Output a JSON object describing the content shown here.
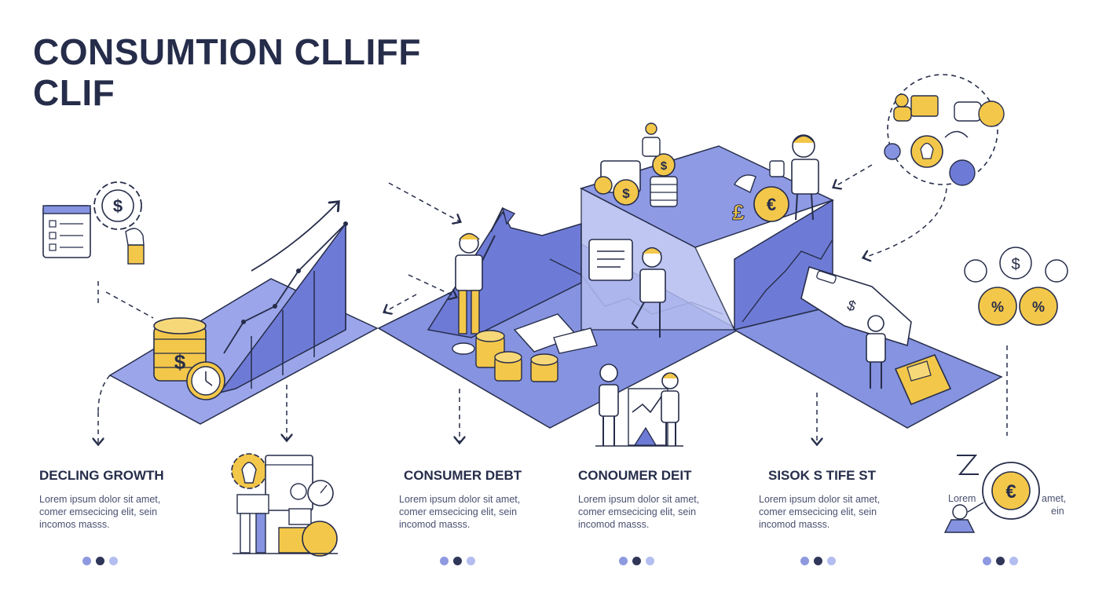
{
  "title": {
    "line1": "CONSUMTION CLLIFF",
    "line2": "CLIF"
  },
  "columns": [
    {
      "heading": "DECLING GROWTH",
      "body": "Lorem ipsum dolor sit amet, comer emsecicing elit, sein incomos masss."
    },
    {
      "heading": "CONSUMER DEBT",
      "body": "Lorem ipsum dolor sit amet, comer emsecicing elit, sein incomod masss."
    },
    {
      "heading": "CONOUMER DEIT",
      "body": "Lorem ipsum dolor sit amet, comer emsecicing elit, sein incomod masss."
    },
    {
      "heading": "SISOK S TIFE ST",
      "body": "Lorem ipsum dolor sit amet, comer emsecicing elit, sein incomod masss."
    }
  ],
  "last_column": {
    "left_word": "Lorem",
    "right_lines": [
      "amet,",
      "ein"
    ]
  },
  "icons": {
    "symbols": [
      "$",
      "€",
      "%",
      "£"
    ]
  },
  "colors": {
    "accent_blue": "#8593e0",
    "deep_blue": "#6e7bd6",
    "gold": "#f3c74a",
    "navy": "#262d4a"
  }
}
